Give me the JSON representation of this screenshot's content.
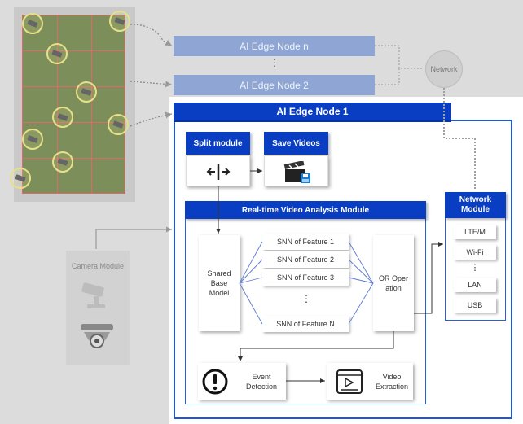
{
  "ghost_nodes": {
    "node_n": "AI Edge Node n",
    "dots": "⋮",
    "node_2": "AI Edge Node 2"
  },
  "network_label": "Network",
  "main_node": {
    "title": "AI Edge Node 1"
  },
  "split_module": {
    "title": "Split module",
    "icon": "split-icon"
  },
  "save_videos": {
    "title": "Save Videos",
    "icon": "clapper-save-icon"
  },
  "analysis_module": {
    "title": "Real-time Video Analysis Module",
    "shared_base_model": "Shared Base Model",
    "features": [
      "SNN of Feature 1",
      "SNN of Feature 2",
      "SNN of Feature 3",
      "SNN of Feature N"
    ],
    "feature_dots": "⋮",
    "or_operation": "OR Operation",
    "event_detection": "Event Detection",
    "video_extraction": "Video Extraction"
  },
  "network_module": {
    "title": "Network Module",
    "items": [
      "LTE/M",
      "Wi-Fi",
      "⋮",
      "LAN",
      "USB"
    ]
  },
  "camera_module": {
    "title": "Camera Module"
  },
  "colors": {
    "primary_blue": "#0a3ec2",
    "ghost_blue": "#8fa6d4",
    "grid_red": "#d96b6b",
    "camera_ring": "#e6e08a"
  }
}
